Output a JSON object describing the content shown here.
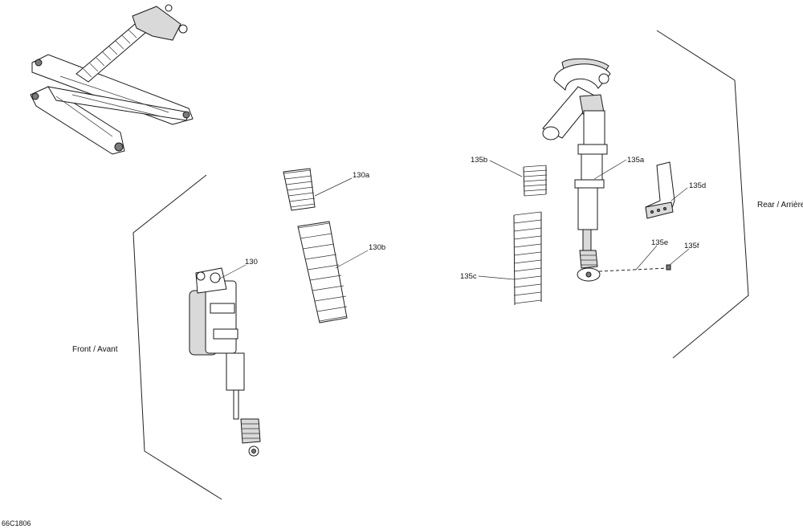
{
  "callouts": {
    "c130": "130",
    "c130a": "130a",
    "c130b": "130b",
    "c135a": "135a",
    "c135b": "135b",
    "c135c": "135c",
    "c135d": "135d",
    "c135e": "135e",
    "c135f": "135f"
  },
  "sections": {
    "front": "Front / Avant",
    "rear": "Rear / Arrière"
  },
  "diagram_code": "66C1806"
}
